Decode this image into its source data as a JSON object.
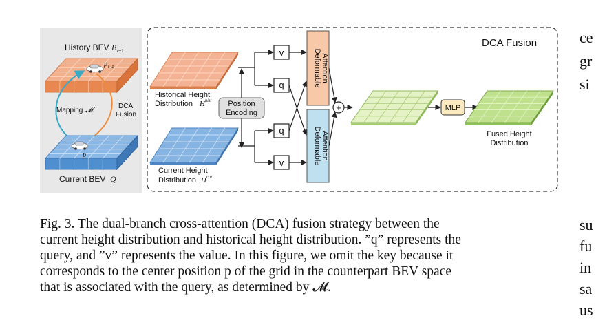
{
  "figure": {
    "left_panel": {
      "history_label": "History BEV",
      "history_symbol": "B",
      "history_subscript": "t−1",
      "current_label": "Current BEV",
      "current_symbol": "Q",
      "mapping_label": "Mapping",
      "mapping_symbol": "𝓜",
      "fusion_label_line1": "DCA",
      "fusion_label_line2": "Fusion",
      "point_history": "p",
      "point_history_sub": "t−1",
      "point_current": "p"
    },
    "main_panel": {
      "title": "DCA Fusion",
      "historical_label_line1": "Historical Height",
      "historical_label_line2": "Distribution",
      "historical_symbol": "H",
      "historical_sup": "hist",
      "current_label_line1": "Current Height",
      "current_label_line2": "Distribution",
      "current_symbol": "H",
      "current_sup": "cur",
      "position_encoding_line1": "Position",
      "position_encoding_line2": "Encoding",
      "v_label": "v",
      "q_label": "q",
      "deformable_line1": "Deformable",
      "deformable_line2": "Attention",
      "plus_label": "+",
      "mlp_label": "MLP",
      "fused_label_line1": "Fused Height",
      "fused_label_line2": "Distribution"
    },
    "colors": {
      "orange_grid": "#f0a57f",
      "orange_edge": "#d9804f",
      "blue_grid": "#7fb0e0",
      "blue_edge": "#4e86c4",
      "green_light": "#e3f0c2",
      "green_dark": "#bfe08c",
      "attention_orange": "#f7c9a9",
      "attention_blue": "#bfe0ef",
      "mlp_fill": "#fbeac0",
      "encoding_fill": "#e0e0e0"
    }
  },
  "caption": {
    "lines": [
      "Fig. 3.  The dual-branch cross-attention (DCA) fusion strategy between the",
      "current height distribution and historical height distribution. ”q” represents the",
      "query, and ”v” represents the value. In this figure, we omit the key because it",
      "corresponds to the center position p of the grid in the counterpart BEV space",
      "that is associated with the query, as determined by 𝓜."
    ]
  },
  "side_text": {
    "top": [
      "ce",
      "gr",
      "si"
    ],
    "bottom": [
      "su",
      "fu",
      "in",
      "sa",
      "us"
    ]
  }
}
